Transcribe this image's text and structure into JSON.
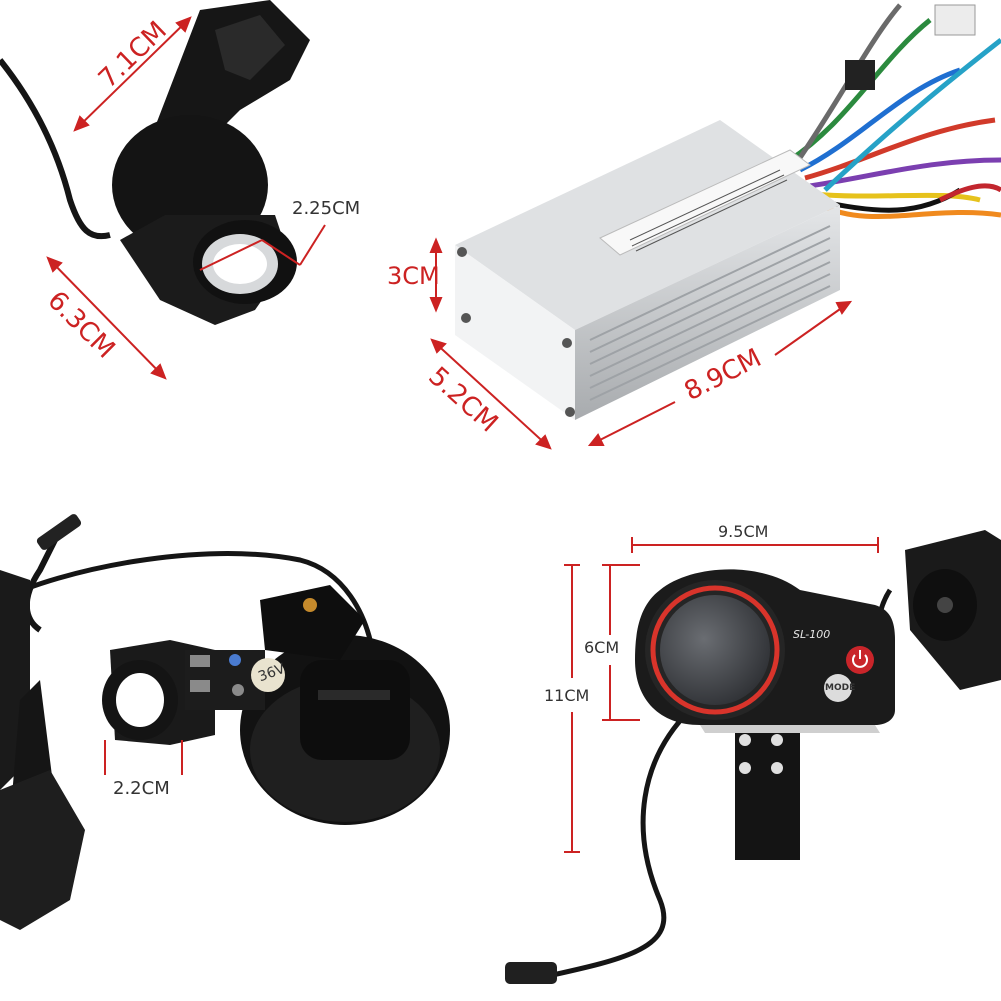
{
  "colors": {
    "dimension_red": "#cc2222",
    "dimension_dark": "#333333",
    "plastic": "#1a1a1a",
    "aluminum": "#c9ccce",
    "display_ring": "#d9342b"
  },
  "throttle": {
    "length": "7.1CM",
    "width": "6.3CM",
    "bore": "2.25CM"
  },
  "controller": {
    "height": "3CM",
    "width": "5.2CM",
    "length": "8.9CM"
  },
  "brake": {
    "plate": "36V",
    "clamp": "2.2CM"
  },
  "display": {
    "width": "9.5CM",
    "screen": "6CM",
    "height": "11CM",
    "model": "SL-100",
    "mode_button": "MODE"
  }
}
